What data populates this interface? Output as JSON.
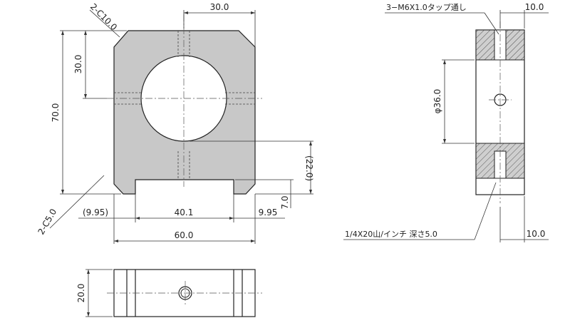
{
  "front_view": {
    "chamfer_top": "2-C10.0",
    "chamfer_bottom": "2-C5.0",
    "dim_top_width": "30.0",
    "dim_upper_height": "30.0",
    "dim_total_height": "70.0",
    "dim_ref_height": "(22.0)",
    "dim_step_height": "7.0",
    "dim_left_step": "(9.95)",
    "dim_slot_width": "40.1",
    "dim_right_step": "9.95",
    "dim_total_width": "60.0"
  },
  "side_view": {
    "tap_note": "3−M6X1.0タップ通し",
    "dim_top_width": "10.0",
    "dim_bore": "φ36.0",
    "thread_note": "1/4X20山/インチ 深さ5.0",
    "dim_bottom_width": "10.0"
  },
  "bottom_view": {
    "dim_depth": "20.0"
  }
}
